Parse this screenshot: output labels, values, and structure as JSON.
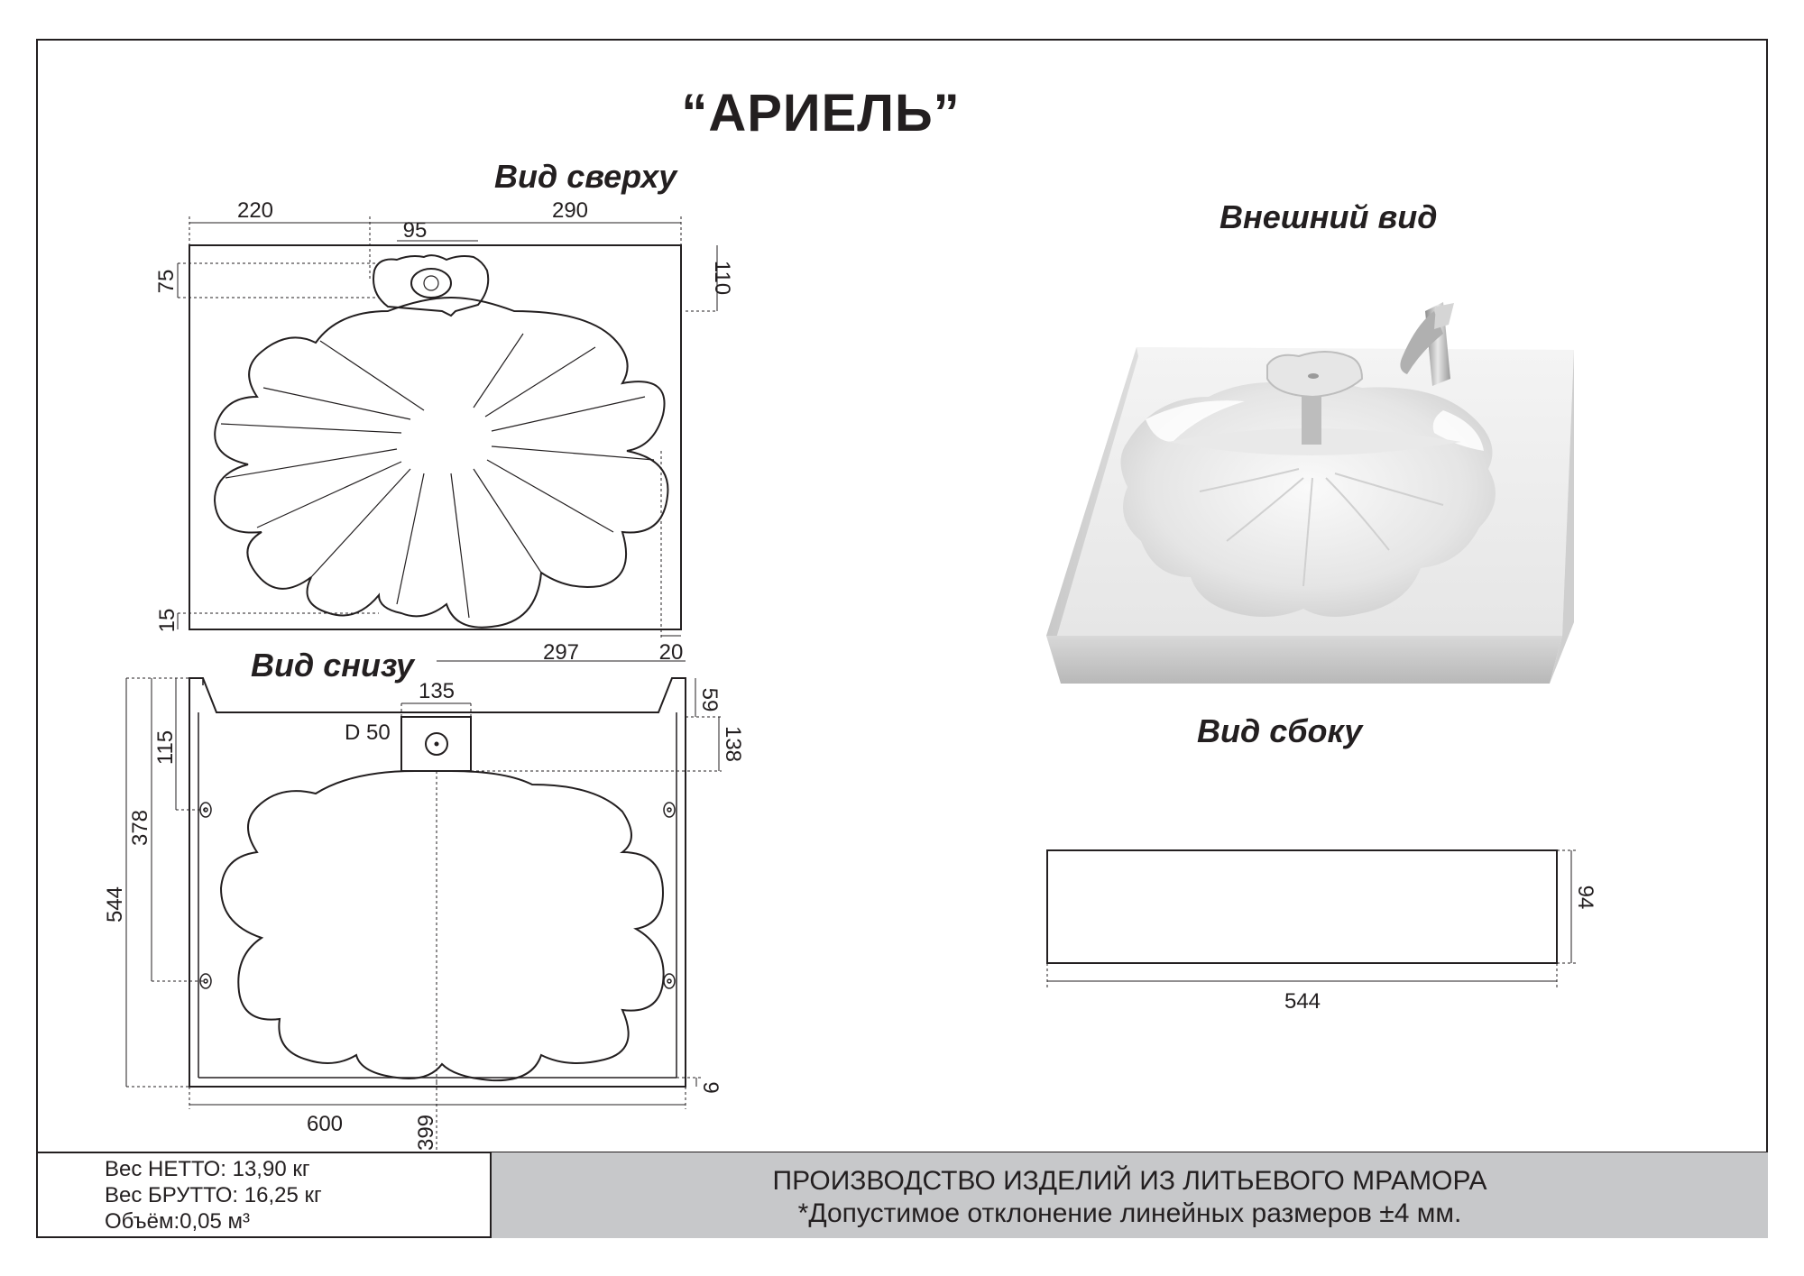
{
  "title": "“АРИЕЛЬ”",
  "views": {
    "top": "Вид сверху",
    "bottom": "Вид снизу",
    "exterior": "Внешний вид",
    "side": "Вид сбоку"
  },
  "dimensions": {
    "top": {
      "left_width": "220",
      "hole_width": "95",
      "right_width": "290",
      "hole_offset": "75",
      "hole_depth": "110",
      "bottom_margin": "15",
      "right_margin": "20"
    },
    "bottom": {
      "right_width": "297",
      "hole_width": "135",
      "hole_diameter": "D 50",
      "hole_offset": "59",
      "hole_depth": "138",
      "top_to_mount": "115",
      "mount_span": "378",
      "depth": "544",
      "bottom_margin": "9",
      "width": "600",
      "center": "399"
    },
    "side": {
      "height": "94",
      "length": "544"
    }
  },
  "footer": {
    "net_weight": "Вес НЕТТО: 13,90 кг",
    "gross_weight": "Вес БРУТТО: 16,25 кг",
    "volume": "Объём:0,05 м³",
    "company": "ПРОИЗВОДСТВО ИЗДЕЛИЙ ИЗ ЛИТЬЕВОГО МРАМОРА",
    "tolerance": "*Допустимое отклонение линейных размеров ±4 мм."
  },
  "colors": {
    "line": "#231f20",
    "footer_bg": "#c7c8ca",
    "render_top": "#f2f2f2",
    "render_side": "#c9c9c9"
  }
}
